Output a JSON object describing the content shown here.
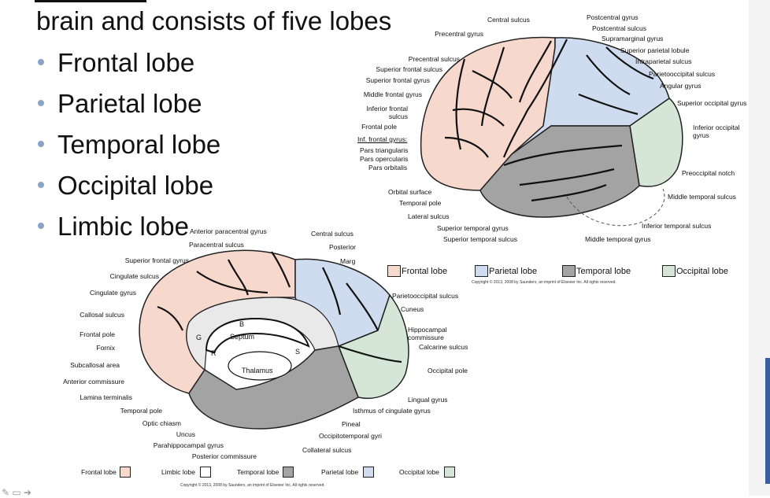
{
  "slide": {
    "heading": "brain and consists of five lobes",
    "bullets": [
      "Frontal lobe",
      "Parietal lobe",
      "Temporal lobe",
      "Occipital lobe",
      "Limbic lobe"
    ]
  },
  "colors": {
    "frontal": "#f6d8cc",
    "parietal": "#cfdcf0",
    "temporal": "#a3a3a3",
    "occipital": "#d5e6d6",
    "limbic": "#ffffff",
    "bullet": "#8aa4c8"
  },
  "lateral": {
    "left_labels": [
      "Precentral gyrus",
      "Precentral sulcus",
      "Superior frontal sulcus",
      "Superior frontal gyrus",
      "Middle frontal gyrus",
      "Inferior frontal",
      "sulcus",
      "Frontal pole",
      "Inf. frontal gyrus:",
      "Pars triangularis",
      "Pars opercularis",
      "Pars orbitalis",
      "Orbital surface",
      "Temporal pole",
      "Lateral sulcus",
      "Superior temporal gyrus",
      "Superior temporal sulcus"
    ],
    "top_labels": [
      "Central sulcus"
    ],
    "right_labels": [
      "Postcentral gyrus",
      "Postcentral sulcus",
      "Supramarginal gyrus",
      "Superior parietal lobule",
      "Intraparietal sulcus",
      "Parietooccipital sulcus",
      "Angular gyrus",
      "Superior occipital gyrus",
      "Inferior occipital",
      "gyrus",
      "Preoccipital notch",
      "Middle temporal sulcus",
      "Inferior temporal sulcus",
      "Middle temporal gyrus"
    ],
    "legend": [
      "Frontal lobe",
      "Parietal lobe",
      "Temporal lobe",
      "Occipital lobe"
    ],
    "copyright": "Copyright © 2013, 2008 by Saunders, an imprint of Elsevier Inc. All rights reserved."
  },
  "medial": {
    "top_labels": [
      "Anterior paracentral gyrus",
      "Paracentral sulcus",
      "Central sulcus",
      "Posterior",
      "Marg"
    ],
    "left_labels": [
      "Superior frontal gyrus",
      "Cingulate sulcus",
      "Cingulate gyrus",
      "Callosal sulcus",
      "Frontal pole",
      "Fornix",
      "Subcallosal area",
      "Anterior commissure",
      "Lamina terminalis",
      "Temporal pole",
      "Optic chiasm",
      "Uncus",
      "Parahippocampal gyrus",
      "Posterior commissure"
    ],
    "right_labels": [
      "Parietooccipital sulcus",
      "Cuneus",
      "Hippocampal",
      "commissure",
      "Calcarine sulcus",
      "Occipital pole",
      "Lingual gyrus",
      "Isthmus of cingulate gyrus",
      "Pineal",
      "Occipitotemporal gyri",
      "Collateral sulcus"
    ],
    "inner_labels": [
      "B",
      "G",
      "Septum",
      "R",
      "S",
      "Thalamus"
    ],
    "legend": [
      "Frontal lobe",
      "Limbic lobe",
      "Temporal lobe",
      "Parietal lobe",
      "Occipital lobe"
    ],
    "copyright": "Copyright © 2013, 2008 by Saunders, an imprint of Elsevier Inc. All rights reserved."
  }
}
